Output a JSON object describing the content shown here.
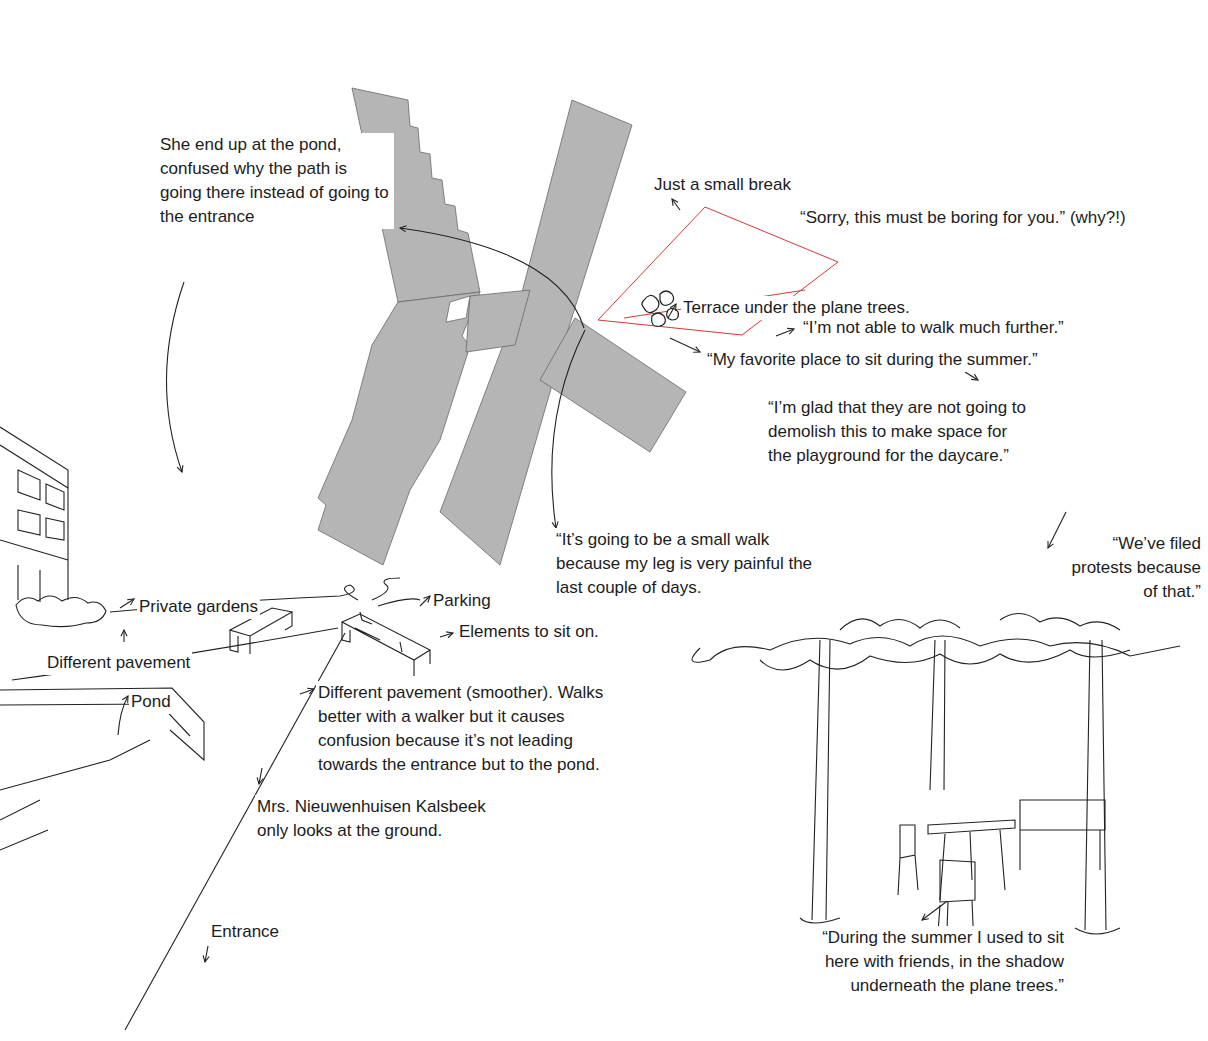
{
  "diagram": {
    "labels": [
      "She end up at the pond, confused why the path is going there instead of going to the entrance",
      "Just a small break",
      "“Sorry, this must be boring for you.” (why?!)",
      "Terrace under the plane trees.",
      "“I’m not able to walk much further.”",
      "“My favorite place to sit during the summer.”",
      "“I’m glad that they are not going to demolish this to make space for the playground for the daycare.”",
      "“We’ve filed protests because of that.”",
      "“It’s going to be a small walk because my leg is very painful the last couple of days.",
      "Private gardens",
      "Parking",
      "Elements to sit on.",
      "Different pavement",
      "Different pavement (smoother). Walks better with a walker but it causes confusion because it’s not leading towards the entrance but to the pond.",
      "Pond",
      "Mrs. Nieuwenhuisen Kalsbeek only looks at the ground.",
      "Entrance",
      "“During the summer I used to sit here with friends, in the shadow underneath the plane trees.”"
    ]
  }
}
